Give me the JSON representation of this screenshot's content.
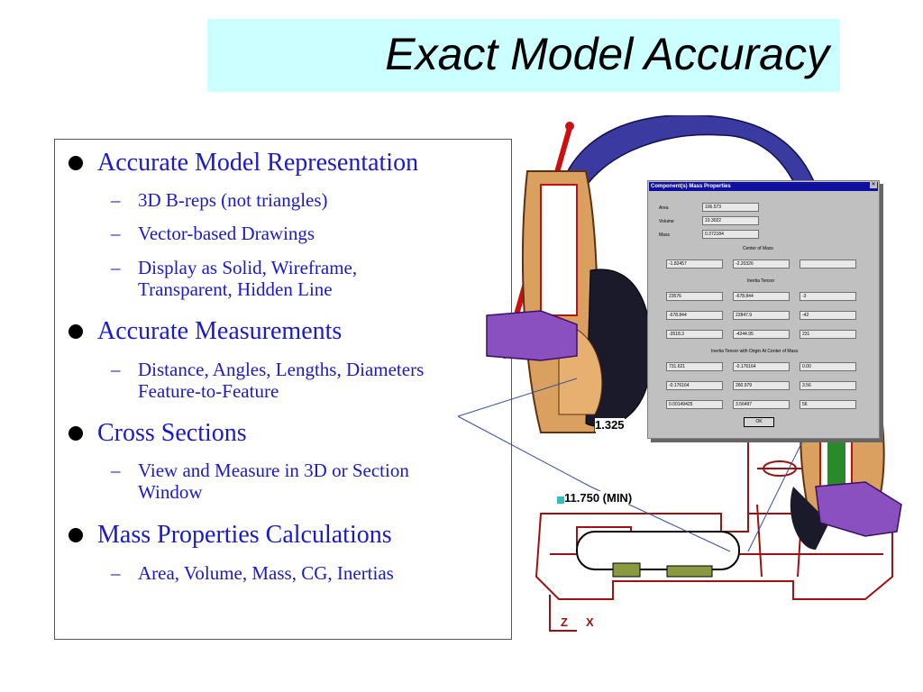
{
  "title": "Exact Model Accuracy",
  "bullets": [
    {
      "label": "Accurate Model Representation",
      "subs": [
        "3D B-reps (not triangles)",
        "Vector-based Drawings",
        "Display as Solid, Wireframe, Transparent, Hidden Line"
      ]
    },
    {
      "label": "Accurate Measurements",
      "subs": [
        "Distance, Angles, Lengths, Diameters Feature-to-Feature"
      ]
    },
    {
      "label": "Cross Sections",
      "subs": [
        "View and Measure in 3D or Section Window"
      ]
    },
    {
      "label": "Mass Properties Calculations",
      "subs": [
        "Area, Volume, Mass, CG, Inertias"
      ]
    }
  ],
  "dash": "–",
  "dialog": {
    "title": "Component(s) Mass Properties",
    "close": "✕",
    "area_label": "Area",
    "area_value": "106.573",
    "volume_label": "Volume",
    "volume_value": "10.3022",
    "mass_label": "Mass",
    "mass_value": "0.372184",
    "cm_heading": "Center of Mass",
    "cm_values": [
      "-1.82457",
      "-2.20326",
      ""
    ],
    "inertia_heading": "Inertia Tensor",
    "inertia_rows": [
      [
        "23576",
        "-678.844",
        "-3"
      ],
      [
        "-678.844",
        "22847.9",
        "-42"
      ],
      [
        "-3518.3",
        "-4244.95",
        "231"
      ]
    ],
    "inertia_cm_heading": "Inertia Tensor with Origin At Center of Mass",
    "inertia_cm_rows": [
      [
        "731.621",
        "-0.176164",
        "0.00"
      ],
      [
        "-0.176164",
        "260.979",
        "3.56"
      ],
      [
        "0.00149425",
        "3.56497",
        "56"
      ]
    ],
    "ok_label": "OK"
  },
  "dims": {
    "d1": "1.325",
    "d2": "11.750 (MIN)",
    "axis_z": "Z",
    "axis_x": "X"
  }
}
